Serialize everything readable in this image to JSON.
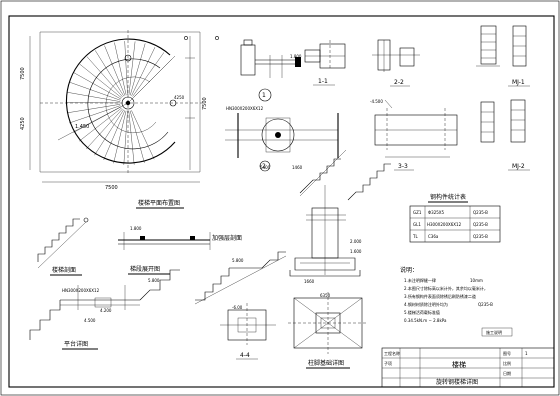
{
  "plan": {
    "dim_side_top": "7500",
    "dim_side_mid": "4250",
    "dim_right": "7500",
    "dim_bottom": "7500",
    "level": "1.450"
  },
  "sections": {
    "s11": "1-1",
    "s22": "2-2",
    "s33": "3-3",
    "s44": "4-4",
    "mark1": "1",
    "mark2": "2",
    "mj1": "MJ-1",
    "mj2": "MJ-2"
  },
  "elevations": {
    "e1": "5.800",
    "e2": "4.200",
    "e3": "2.000",
    "e4": "1.600",
    "e5": "5.800"
  },
  "table": {
    "rows": [
      [
        "GZ1",
        "Φ325X5",
        "Q235-B"
      ],
      [
        "GL1",
        "H300X200X6X12",
        "Q235-B"
      ],
      [
        "TL",
        "C36a",
        "Q235-B"
      ]
    ]
  },
  "notes": {
    "n1": "10mm",
    "n2": "Q235-B",
    "n3": "0.34.5kN.m − 2.8kPa"
  },
  "titleblock": {
    "sheet_no": "1"
  }
}
